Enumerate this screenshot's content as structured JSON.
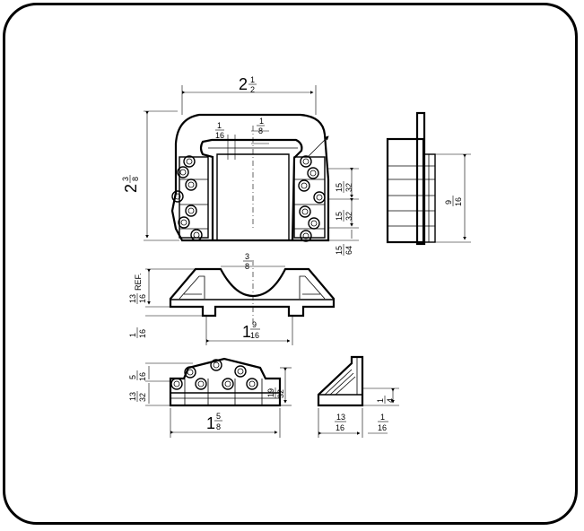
{
  "dimensions": {
    "top_width_whole": "2",
    "top_width_num": "1",
    "top_width_den": "2",
    "top_height_whole": "2",
    "top_height_num": "3",
    "top_height_den": "8",
    "slot_gap_num": "1",
    "slot_gap_den": "16",
    "slot_depth_num": "1",
    "slot_depth_den": "8",
    "pitch_a_num": "15",
    "pitch_a_den": "32",
    "pitch_b_num": "15",
    "pitch_b_den": "32",
    "bottom_off_num": "15",
    "bottom_off_den": "64",
    "side_width_num": "9",
    "side_width_den": "16",
    "front_top_num": "3",
    "front_top_den": "8",
    "front_height_num": "13",
    "front_height_den": "16",
    "front_height_suffix": "REF.",
    "front_thk_num": "1",
    "front_thk_den": "16",
    "front_width_whole": "1",
    "front_width_num": "9",
    "front_width_den": "16",
    "lower_a_num": "5",
    "lower_a_den": "16",
    "lower_b_num": "13",
    "lower_b_den": "32",
    "lower_c_num": "19",
    "lower_c_den": "32",
    "lower_width_whole": "1",
    "lower_width_num": "5",
    "lower_width_den": "8",
    "bracket_h_num": "1",
    "bracket_h_den": "4",
    "bracket_w_num": "13",
    "bracket_w_den": "16",
    "bracket_t_num": "1",
    "bracket_t_den": "16"
  }
}
